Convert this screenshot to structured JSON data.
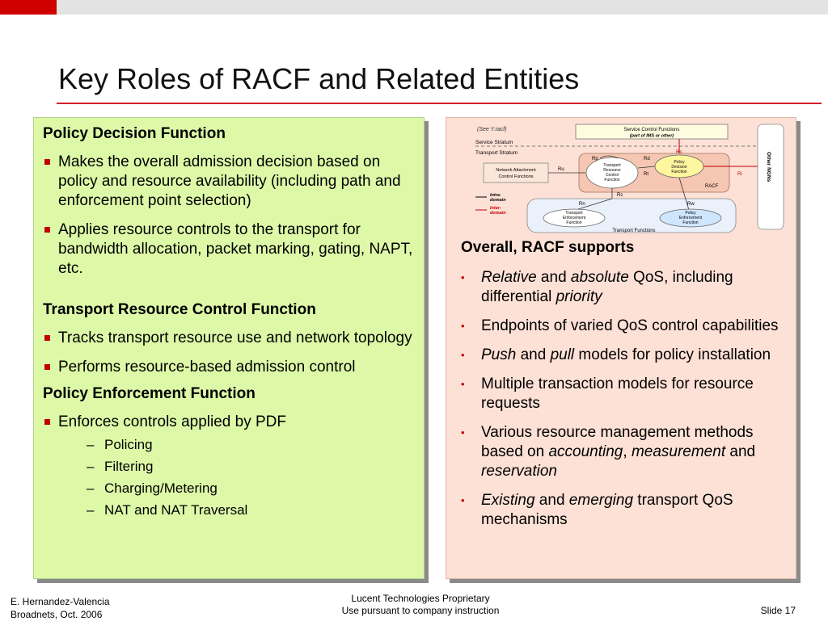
{
  "slide": {
    "title": "Key Roles of RACF and Related Entities"
  },
  "left_panel": {
    "pdf": {
      "heading": "Policy Decision Function",
      "bullets": [
        "Makes the overall admission decision based on policy and resource availability (including path and enforcement point selection)",
        "Applies resource controls to the transport for bandwidth allocation, packet marking, gating, NAPT, etc."
      ]
    },
    "trcf": {
      "heading": "Transport Resource Control Function",
      "bullets": [
        "Tracks transport resource use and network topology",
        "Performs resource-based admission control"
      ]
    },
    "pef": {
      "heading": "Policy Enforcement Function",
      "bullets": [
        "Enforces controls applied by PDF"
      ],
      "sub_items": [
        "Policing",
        "Filtering",
        "Charging/Metering",
        "NAT and NAT Traversal"
      ],
      "dash": "–"
    }
  },
  "diagram": {
    "see_ref": "(See Y.racf)",
    "service_stratum": "Service Stratum",
    "transport_stratum": "Transport Stratum",
    "scf_line1": "Service Control Functions",
    "scf_line2": "(part of IMS or other)",
    "rs": "Rs",
    "rp": "Rp",
    "rd": "Rd",
    "ru": "Ru",
    "rt": "Rt",
    "ri": "Ri",
    "rc": "Rc",
    "rn": "Rn",
    "rw": "Rw",
    "racf": "RACF",
    "nacf_line1": "Network Attachment",
    "nacf_line2": "Control Functions",
    "trcf_lines": [
      "Transport",
      "Resource",
      "Control",
      "Function"
    ],
    "pdf_lines": [
      "Policy",
      "Decision",
      "Function"
    ],
    "tef_lines": [
      "Transport",
      "Enforcement",
      "Function"
    ],
    "pef_lines": [
      "Policy",
      "Enforcement",
      "Function"
    ],
    "transport_functions": "Transport Functions",
    "other_ngns": "Other NGNs",
    "intra_lines": [
      "Intra-",
      "domain"
    ],
    "inter_lines": [
      "Inter-",
      "domain"
    ]
  },
  "right_panel": {
    "heading": "Overall, RACF supports",
    "bullet_glyph": "•",
    "bullets": [
      {
        "segments": [
          {
            "t": "Relative",
            "i": true
          },
          {
            "t": " and ",
            "i": false
          },
          {
            "t": "absolute",
            "i": true
          },
          {
            "t": " QoS, including differential ",
            "i": false
          },
          {
            "t": "priority",
            "i": true
          }
        ]
      },
      {
        "segments": [
          {
            "t": "Endpoints of varied QoS control capabilities",
            "i": false
          }
        ]
      },
      {
        "segments": [
          {
            "t": "Push",
            "i": true
          },
          {
            "t": " and ",
            "i": false
          },
          {
            "t": "pull",
            "i": true
          },
          {
            "t": " models for policy installation",
            "i": false
          }
        ]
      },
      {
        "segments": [
          {
            "t": "Multiple transaction models for resource requests",
            "i": false
          }
        ]
      },
      {
        "segments": [
          {
            "t": "Various resource management methods based on ",
            "i": false
          },
          {
            "t": "accounting",
            "i": true
          },
          {
            "t": ", ",
            "i": false
          },
          {
            "t": "measurement",
            "i": true
          },
          {
            "t": " and ",
            "i": false
          },
          {
            "t": "reservation",
            "i": true
          }
        ]
      },
      {
        "segments": [
          {
            "t": "Existing",
            "i": true
          },
          {
            "t": " and ",
            "i": false
          },
          {
            "t": "emerging",
            "i": true
          },
          {
            "t": " transport QoS mechanisms",
            "i": false
          }
        ]
      }
    ]
  },
  "footer": {
    "author": "E. Hernandez-Valencia",
    "event": "Broadnets, Oct. 2006",
    "company": "Lucent Technologies Proprietary",
    "usage": "Use pursuant to company instruction",
    "slide_no": "Slide 17"
  },
  "colors": {
    "accent_red": "#d00000",
    "left_panel_bg": "#ddf9a8",
    "right_panel_bg": "#fde1d6",
    "pdf_oval": "#fff6a0",
    "pef_oval": "#cfe6ff"
  }
}
